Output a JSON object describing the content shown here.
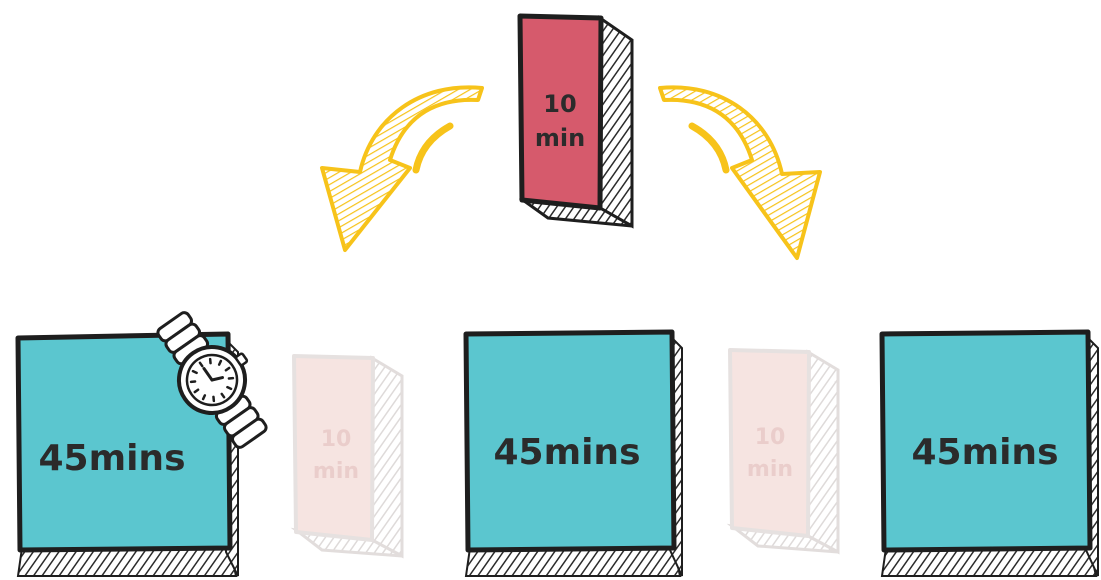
{
  "top_break": {
    "number": "10",
    "unit": "min"
  },
  "blocks": [
    {
      "label": "45mins"
    },
    {
      "label": "45mins"
    },
    {
      "label": "45mins"
    }
  ],
  "breaks": [
    {
      "number": "10",
      "unit": "min"
    },
    {
      "number": "10",
      "unit": "min"
    }
  ],
  "colors": {
    "block_teal": "#5bc6cf",
    "block_outline": "#1e1e1e",
    "top_break_red": "#d65a6c",
    "faded_break": "#f5e0dc",
    "faded_text": "#e7c5c2",
    "arrow_yellow": "#f7c31a",
    "shadow_stripes": "#2b2b2b"
  },
  "icons": {
    "watch": "wristwatch-icon"
  }
}
